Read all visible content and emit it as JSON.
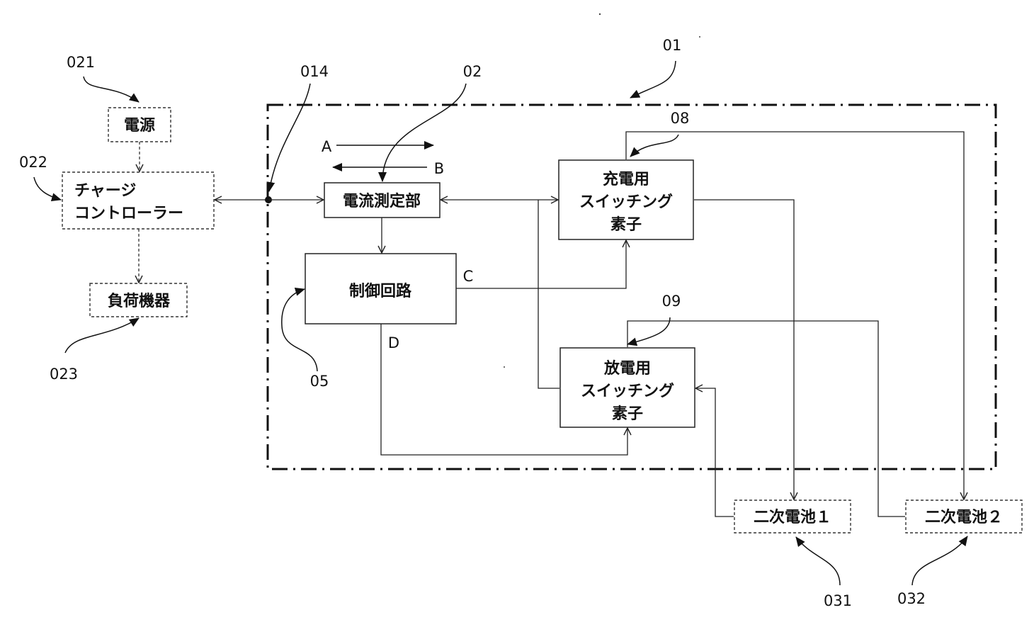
{
  "labels": {
    "ref_01": "01",
    "ref_02": "02",
    "ref_014": "014",
    "ref_021": "021",
    "ref_022": "022",
    "ref_023": "023",
    "ref_05": "05",
    "ref_08": "08",
    "ref_09": "09",
    "ref_031": "031",
    "ref_032": "032",
    "dir_a": "A",
    "dir_b": "B",
    "sig_c": "C",
    "sig_d": "D"
  },
  "blocks": {
    "power_source": "電源",
    "charge_controller": [
      "チャージ",
      "コントローラー"
    ],
    "load_device": "負荷機器",
    "current_meter": "電流測定部",
    "control_circuit": "制御回路",
    "charge_switch": [
      "充電用",
      "スイッチング",
      "素子"
    ],
    "discharge_switch": [
      "放電用",
      "スイッチング",
      "素子"
    ],
    "battery_1": "二次電池１",
    "battery_2": "二次電池２"
  }
}
